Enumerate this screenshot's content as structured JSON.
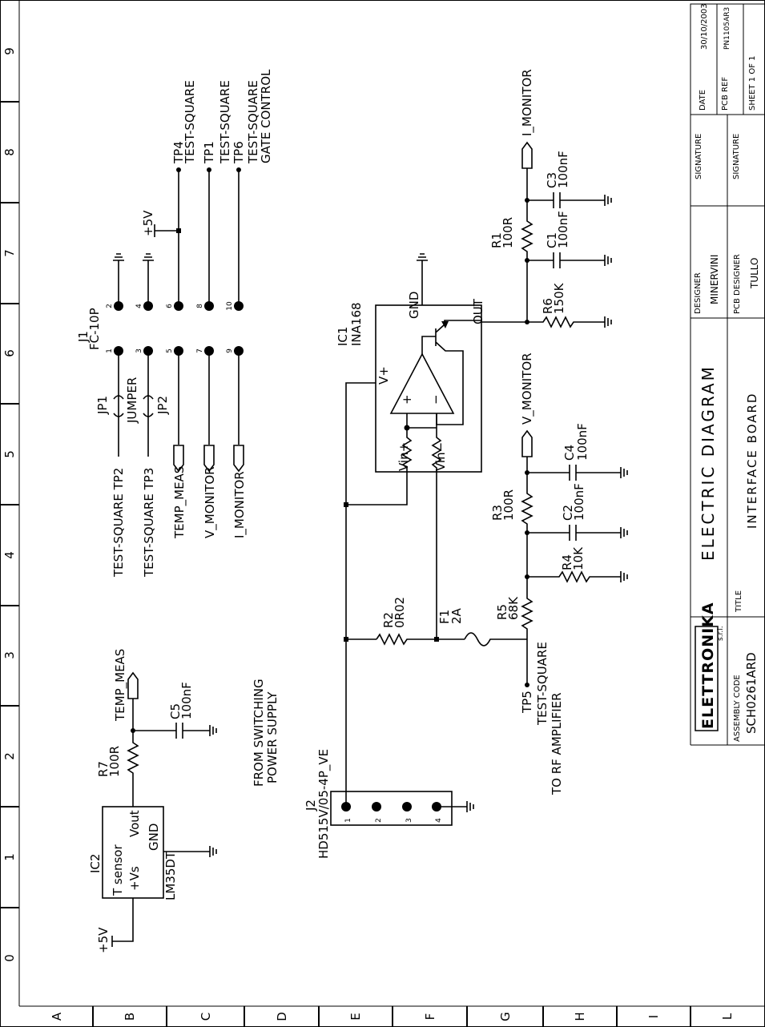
{
  "frame": {
    "columns": [
      "0",
      "1",
      "2",
      "3",
      "4",
      "5",
      "6",
      "7",
      "8",
      "9"
    ],
    "rows": [
      "A",
      "B",
      "C",
      "D",
      "E",
      "F",
      "G",
      "H",
      "I",
      "L"
    ]
  },
  "connectors": {
    "j1": {
      "ref": "J1",
      "part": "FC-10P",
      "pins": [
        "1",
        "2",
        "3",
        "4",
        "5",
        "6",
        "7",
        "8",
        "9",
        "10"
      ]
    },
    "j2": {
      "ref": "J2",
      "part": "HD515V/05-4P_VE",
      "pins": [
        "1",
        "2",
        "3",
        "4"
      ]
    },
    "jp1": {
      "ref": "JP1",
      "part": "JUMPER"
    },
    "jp2": {
      "ref": "JP2"
    }
  },
  "test_points": {
    "tp4": {
      "ref": "TP4",
      "name": "TEST-SQUARE"
    },
    "tp1": {
      "ref": "TP1",
      "name": "TEST-SQUARE"
    },
    "tp6": {
      "ref": "TP6",
      "name": "TEST-SQUARE",
      "desc": "GATE CONTROL"
    },
    "tp5": {
      "ref": "TP5",
      "name": "TEST-SQUARE",
      "desc": "TO RF AMPLIFIER"
    }
  },
  "j1_signals": [
    "TEST-SQUARE  TP2",
    "TEST-SQUARE  TP3",
    "TEMP_MEAS",
    "V_MONITOR",
    "I_MONITOR"
  ],
  "nets": {
    "plus5v": "+5V",
    "i_monitor": "I_MONITOR",
    "v_monitor": "V_MONITOR",
    "temp_meas": "TEMP_MEAS"
  },
  "ic1": {
    "ref": "IC1",
    "part": "INA168",
    "pin_vplus": "V+",
    "pin_vinplus": "Vin+",
    "pin_vinminus": "Vin−",
    "pin_gnd": "GND",
    "pin_out": "OUT",
    "plus": "+",
    "minus": "−"
  },
  "ic2": {
    "ref": "IC2",
    "part": "LM35DT",
    "l1": "T sensor",
    "l2": "+Vs",
    "l3": "Vout",
    "l4": "GND"
  },
  "components": {
    "r1": {
      "ref": "R1",
      "val": "100R"
    },
    "r2": {
      "ref": "R2",
      "val": "0R02"
    },
    "r3": {
      "ref": "R3",
      "val": "100R"
    },
    "r4": {
      "ref": "R4",
      "val": "10K"
    },
    "r5": {
      "ref": "R5",
      "val": "68K"
    },
    "r6": {
      "ref": "R6",
      "val": "150K"
    },
    "r7": {
      "ref": "R7",
      "val": "100R"
    },
    "c1": {
      "ref": "C1",
      "val": "100nF"
    },
    "c2": {
      "ref": "C2",
      "val": "100nF"
    },
    "c3": {
      "ref": "C3",
      "val": "100nF"
    },
    "c4": {
      "ref": "C4",
      "val": "100nF"
    },
    "c5": {
      "ref": "C5",
      "val": "100nF"
    },
    "f1": {
      "ref": "F1",
      "val": "2A"
    }
  },
  "annotations": {
    "from1": "FROM  SWITCHING",
    "from2": "POWER  SUPPLY"
  },
  "title_block": {
    "company": "ELETTRONIKA",
    "company_suffix": "s.r.l.",
    "assembly_label": "ASSEMBLY CODE",
    "assembly_code": "SCH0261ARD",
    "title_label": "TITLE",
    "title": "ELECTRIC  DIAGRAM",
    "subtitle": "INTERFACE  BOARD",
    "designer_label": "DESIGNER",
    "designer": "MINERVINI",
    "pcb_designer_label": "PCB DESIGNER",
    "pcb_designer": "TULLO",
    "signature_label": "SIGNATURE",
    "date_label": "DATE",
    "date": "30/10/2003",
    "pcb_ref_label": "PCB REF",
    "pcb_ref": "PN1105AR3",
    "sheet": "SHEET  1  OF  1"
  }
}
